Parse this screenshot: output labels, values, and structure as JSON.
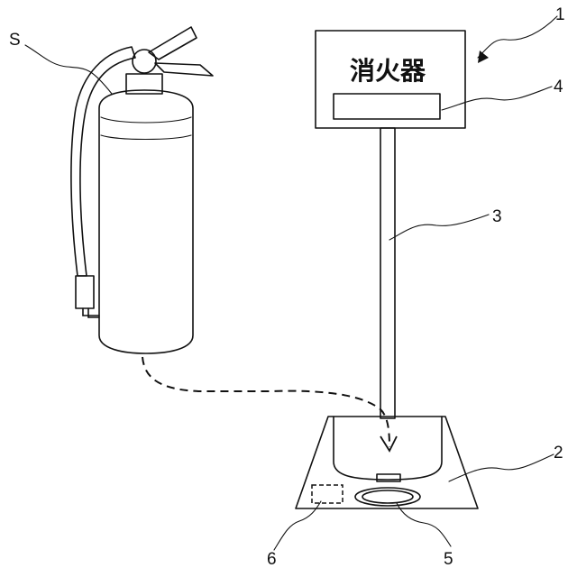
{
  "sign": {
    "text": "消火器"
  },
  "labels": {
    "extinguisher": "S",
    "device": "1",
    "base": "2",
    "pole": "3",
    "plate": "4",
    "sensor": "5",
    "hidden_unit": "6"
  }
}
